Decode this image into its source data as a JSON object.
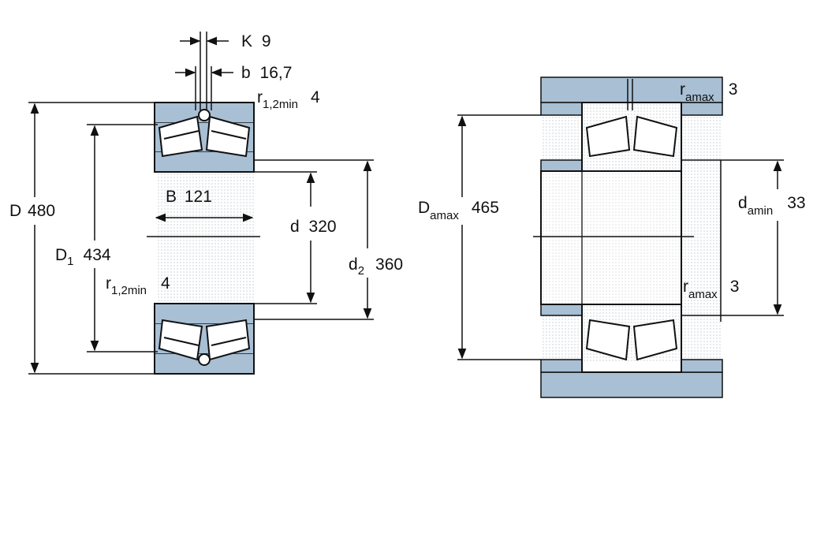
{
  "colors": {
    "steel": "#a8bfd4",
    "steel_dark": "#7f99b3",
    "housing": "#a8bfd4",
    "line": "#111111",
    "dotted_bg": "#e9ecef"
  },
  "left_view": {
    "K": {
      "symbol": "K",
      "value": "9"
    },
    "b": {
      "symbol": "b",
      "value": "16,7"
    },
    "r_top": {
      "symbol": "r",
      "sub": "1,2min",
      "value": "4"
    },
    "D": {
      "symbol": "D",
      "value": "480"
    },
    "D1": {
      "symbol": "D",
      "sub": "1",
      "value": "434"
    },
    "B": {
      "symbol": "B",
      "value": "121"
    },
    "r_bottom": {
      "symbol": "r",
      "sub": "1,2min",
      "value": "4"
    },
    "d": {
      "symbol": "d",
      "value": "320"
    },
    "d2": {
      "symbol": "d",
      "sub": "2",
      "value": "360"
    }
  },
  "right_view": {
    "ra_top": {
      "symbol": "r",
      "sub": "amax",
      "value": "3"
    },
    "Da": {
      "symbol": "D",
      "sub": "amax",
      "value": "465"
    },
    "da": {
      "symbol": "d",
      "sub": "amin",
      "value": "33"
    },
    "ra_bottom": {
      "symbol": "r",
      "sub": "amax",
      "value": "3"
    }
  }
}
